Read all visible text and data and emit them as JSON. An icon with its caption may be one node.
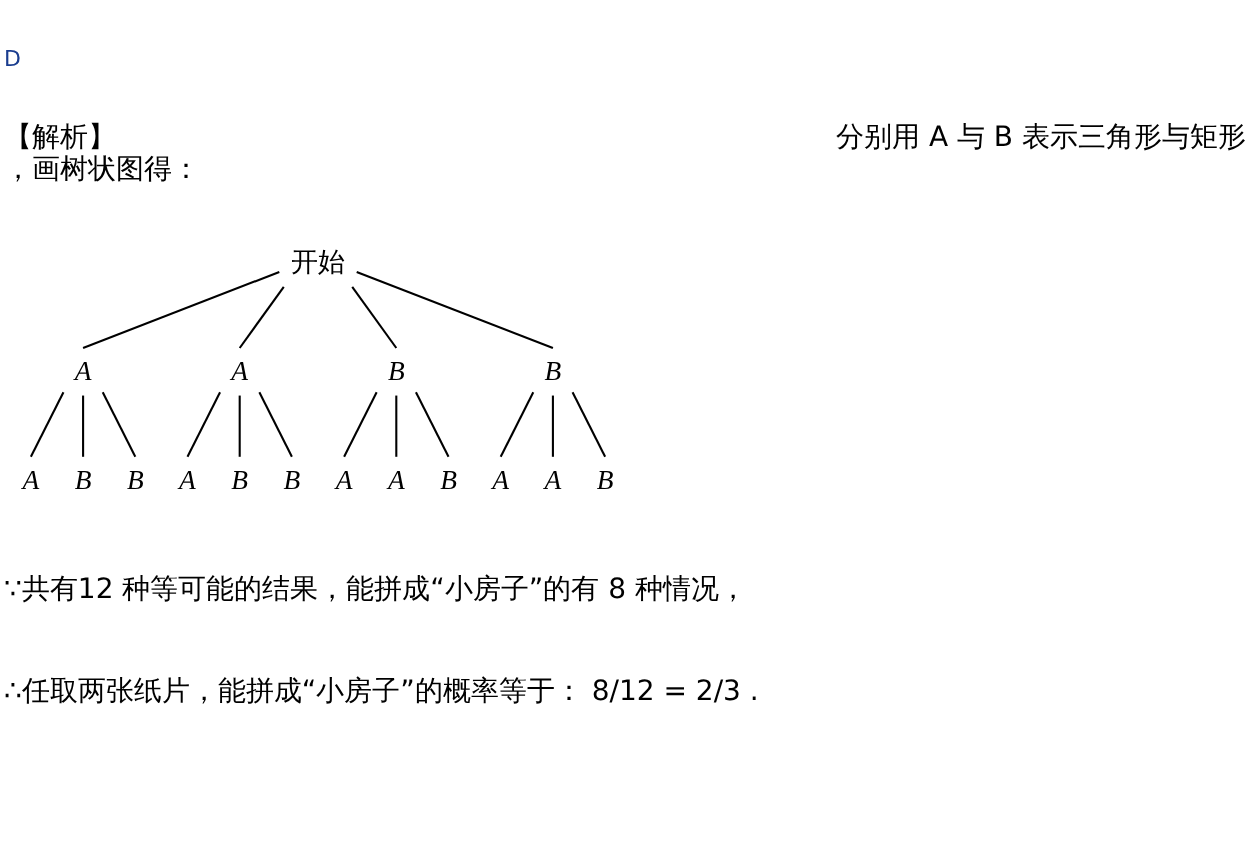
{
  "diagram": {
    "nodes": [
      {
        "text": [
          "开始"
        ]
      },
      {
        "text": [
          "A"
        ]
      },
      {
        "text": [
          "A"
        ]
      },
      {
        "text": [
          "B"
        ]
      },
      {
        "text": [
          "B"
        ]
      },
      {
        "text": [
          "A"
        ]
      },
      {
        "text": [
          "B"
        ]
      },
      {
        "text": [
          "B"
        ]
      },
      {
        "text": [
          "A"
        ]
      },
      {
        "text": [
          "B"
        ]
      },
      {
        "text": [
          "B"
        ]
      },
      {
        "text": [
          "A"
        ]
      },
      {
        "text": [
          "A"
        ]
      },
      {
        "text": [
          "B"
        ]
      },
      {
        "text": [
          "A"
        ]
      },
      {
        "text": [
          "A"
        ]
      },
      {
        "text": [
          "B"
        ]
      }
    ],
    "edges": [
      {
        "from": 0,
        "to": 1,
        "arrow": "none"
      },
      {
        "from": 0,
        "to": 2,
        "arrow": "none"
      },
      {
        "from": 0,
        "to": 3,
        "arrow": "none"
      },
      {
        "from": 0,
        "to": 4,
        "arrow": "none"
      },
      {
        "from": 1,
        "to": 5,
        "arrow": "none"
      },
      {
        "from": 1,
        "to": 6,
        "arrow": "none"
      },
      {
        "from": 1,
        "to": 7,
        "arrow": "none"
      },
      {
        "from": 2,
        "to": 8,
        "arrow": "none"
      },
      {
        "from": 2,
        "to": 9,
        "arrow": "none"
      },
      {
        "from": 2,
        "to": 10,
        "arrow": "none"
      },
      {
        "from": 3,
        "to": 11,
        "arrow": "none"
      },
      {
        "from": 3,
        "to": 12,
        "arrow": "none"
      },
      {
        "from": 3,
        "to": 13,
        "arrow": "none"
      },
      {
        "from": 4,
        "to": 14,
        "arrow": "none"
      },
      {
        "from": 4,
        "to": 15,
        "arrow": "none"
      },
      {
        "from": 4,
        "to": 16,
        "arrow": "none"
      }
    ],
    "labels": [
      "D",
      "【解析】",
      "分别用 A 与 B 表示三角形与矩形",
      "，画树状图得：",
      "∵共有12 种等可能的结果，能拼成“小房子”的有 8 种情况，",
      "∴任取两张纸片，能拼成“小房子”的概率等于： 8/12 = 2/3 ."
    ]
  }
}
